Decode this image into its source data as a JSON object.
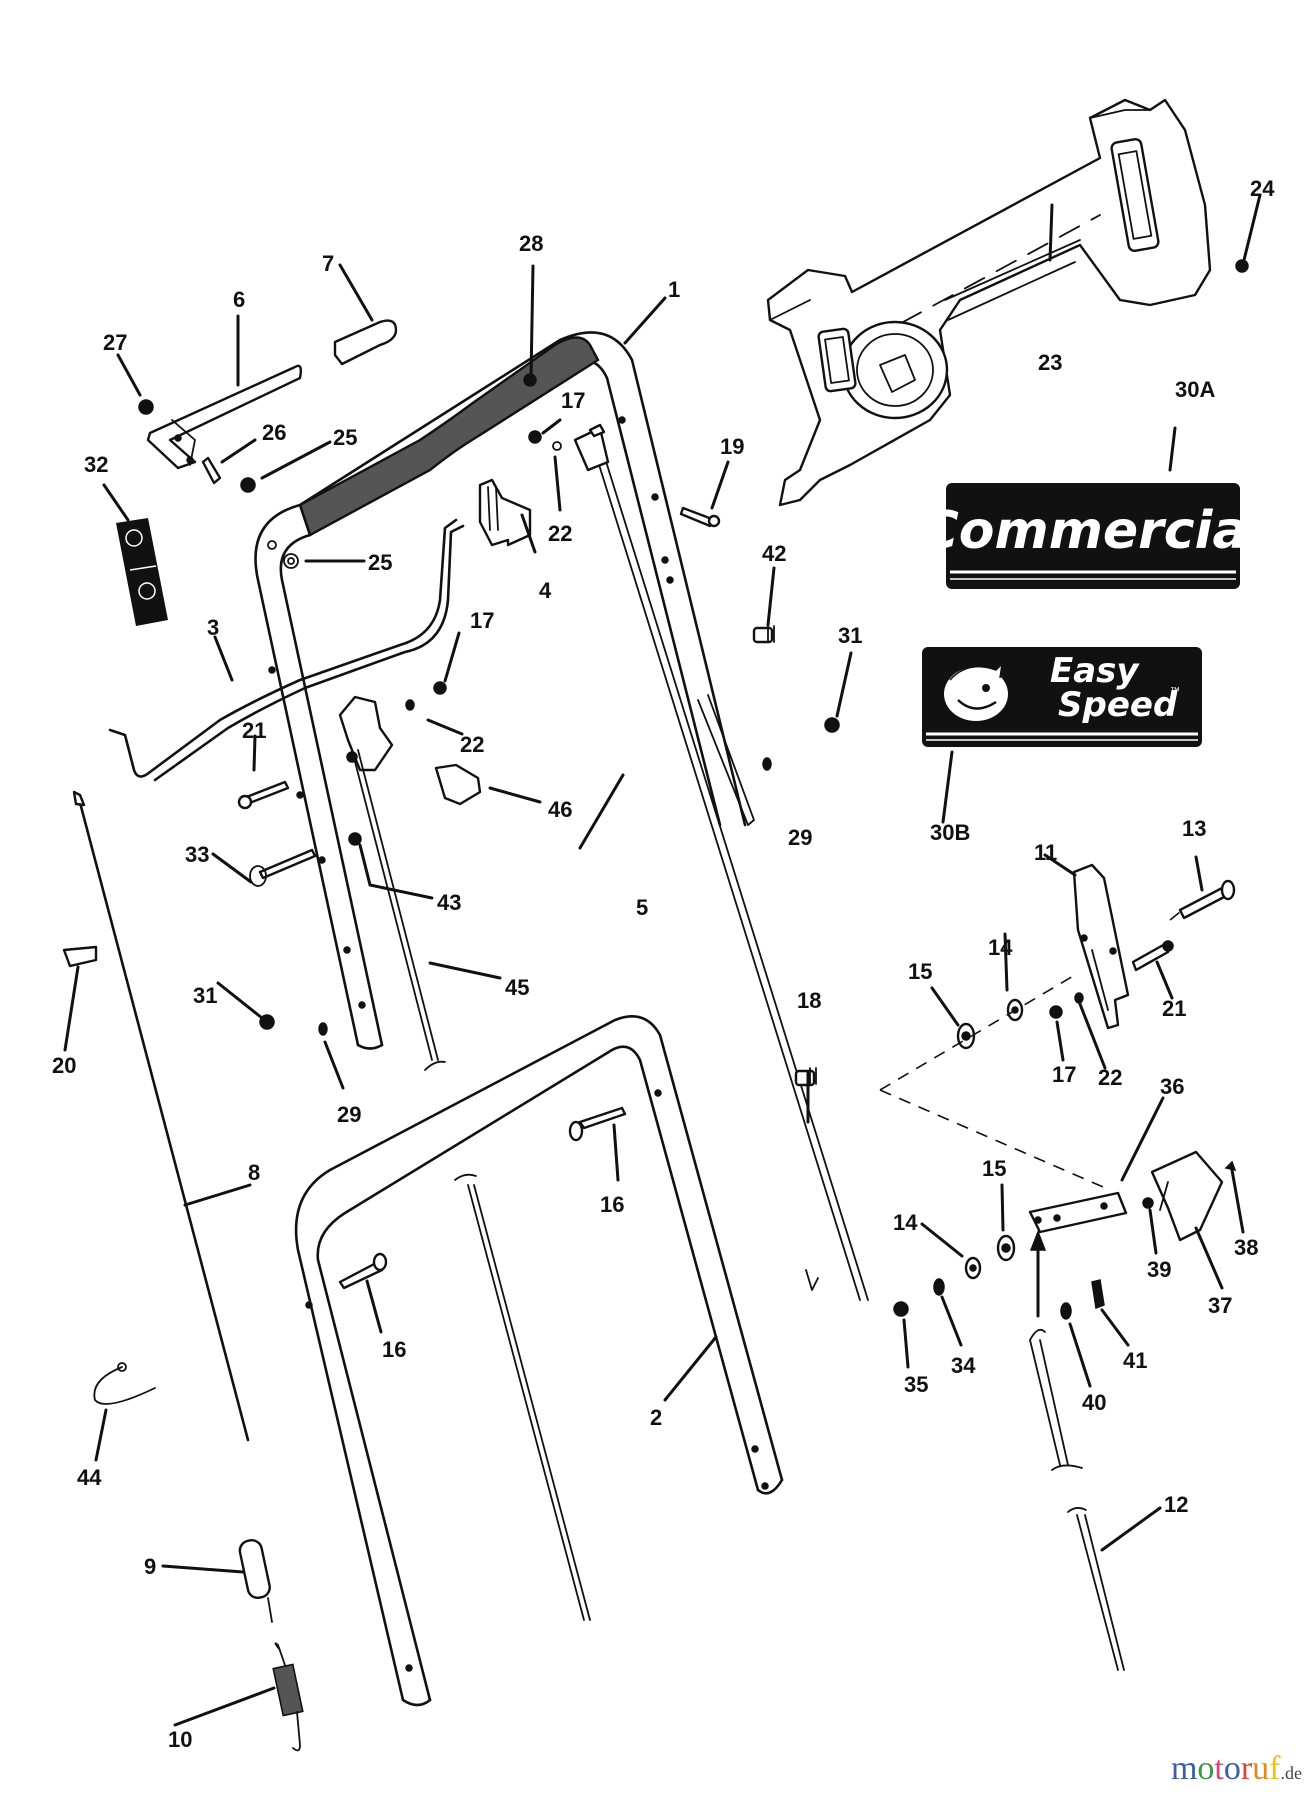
{
  "diagram": {
    "title": "Handle assembly exploded parts diagram",
    "decals": {
      "commercial": {
        "part": "30A",
        "text": "Commercial"
      },
      "easy_speed": {
        "part": "30B",
        "line1": "Easy",
        "line2": "Speed",
        "trademark": "™"
      }
    },
    "callouts": {
      "c1": "1",
      "c2": "2",
      "c3": "3",
      "c4": "4",
      "c5": "5",
      "c6": "6",
      "c7": "7",
      "c8": "8",
      "c9": "9",
      "c10": "10",
      "c11": "11",
      "c12": "12",
      "c13": "13",
      "c14a": "14",
      "c14b": "14",
      "c15a": "15",
      "c15b": "15",
      "c16a": "16",
      "c16b": "16",
      "c17a": "17",
      "c17b": "17",
      "c17c": "17",
      "c18": "18",
      "c19": "19",
      "c20": "20",
      "c21a": "21",
      "c21b": "21",
      "c22a": "22",
      "c22b": "22",
      "c22c": "22",
      "c23": "23",
      "c24": "24",
      "c25a": "25",
      "c25b": "25",
      "c26": "26",
      "c27": "27",
      "c28": "28",
      "c29a": "29",
      "c29b": "29",
      "c30a": "30A",
      "c30b": "30B",
      "c31a": "31",
      "c31b": "31",
      "c32": "32",
      "c33": "33",
      "c34": "34",
      "c35": "35",
      "c36": "36",
      "c37": "37",
      "c38": "38",
      "c39": "39",
      "c40": "40",
      "c41": "41",
      "c42": "42",
      "c43": "43",
      "c44": "44",
      "c45": "45",
      "c46": "46"
    }
  },
  "watermark": {
    "letters": [
      {
        "ch": "m",
        "color": "#3b5ea8"
      },
      {
        "ch": "o",
        "color": "#3a9a48"
      },
      {
        "ch": "t",
        "color": "#d6457f"
      },
      {
        "ch": "o",
        "color": "#3b5ea8"
      },
      {
        "ch": "r",
        "color": "#d9482b"
      },
      {
        "ch": "u",
        "color": "#e08a1e"
      },
      {
        "ch": "f",
        "color": "#e8c31d"
      }
    ],
    "tld": ".de"
  }
}
